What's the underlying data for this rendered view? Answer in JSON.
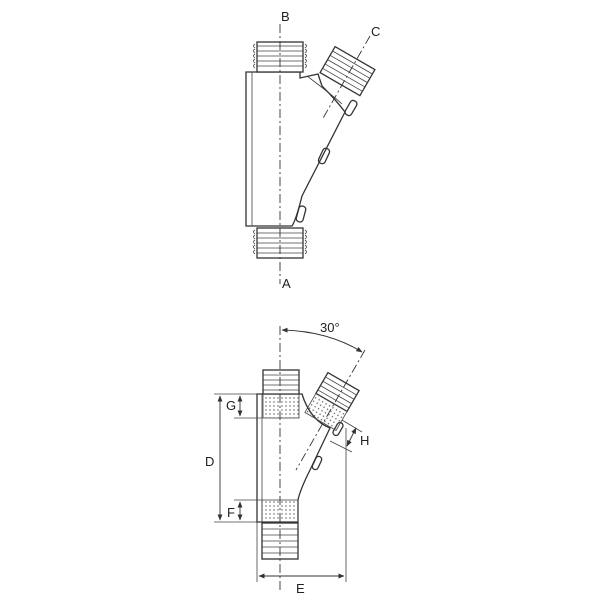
{
  "top_view": {
    "label_a": "A",
    "label_b": "B",
    "label_c": "C"
  },
  "bottom_view": {
    "angle_label": "30°",
    "label_d": "D",
    "label_e": "E",
    "label_f": "F",
    "label_g": "G",
    "label_h": "H"
  },
  "colors": {
    "line": "#333333",
    "background": "#ffffff"
  }
}
